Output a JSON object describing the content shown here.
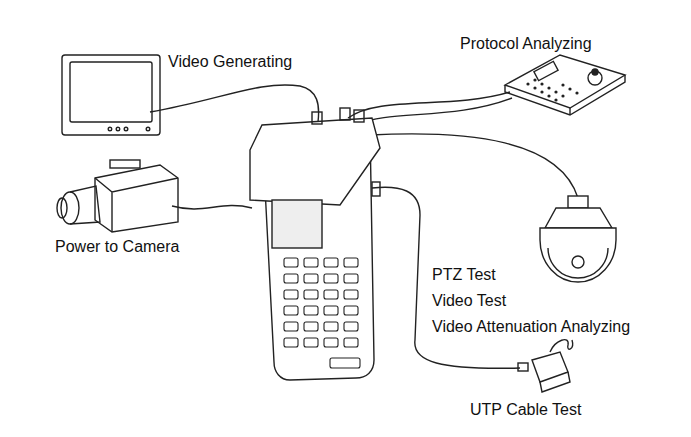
{
  "diagram": {
    "labels": [
      "Video Generating",
      "Protocol Analyzing",
      "Power to Camera",
      "PTZ Test",
      "Video Test",
      "Video Attenuation Analyzing",
      "UTP Cable Test"
    ]
  }
}
